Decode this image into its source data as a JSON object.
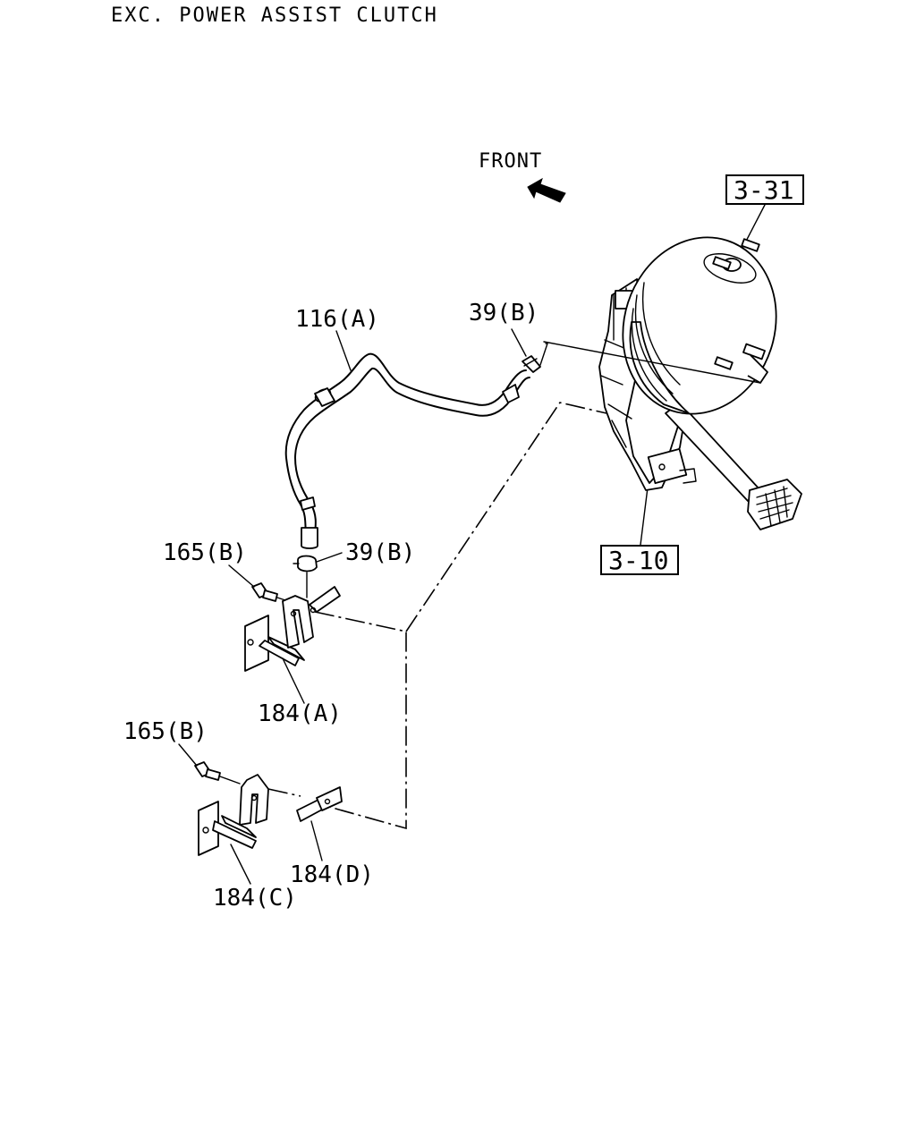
{
  "title": "EXC. POWER ASSIST CLUTCH",
  "front_label": "FRONT",
  "reference_boxes": [
    {
      "id": "ref-3-31",
      "text": "3-31"
    },
    {
      "id": "ref-3-10",
      "text": "3-10"
    }
  ],
  "part_labels": [
    {
      "id": "116a",
      "text": "116(A)"
    },
    {
      "id": "39b-top",
      "text": "39(B)"
    },
    {
      "id": "39b-mid",
      "text": "39(B)"
    },
    {
      "id": "165b-top",
      "text": "165(B)"
    },
    {
      "id": "184a",
      "text": "184(A)"
    },
    {
      "id": "165b-bottom",
      "text": "165(B)"
    },
    {
      "id": "184d",
      "text": "184(D)"
    },
    {
      "id": "184c",
      "text": "184(C)"
    }
  ],
  "icons": {
    "front_arrow": "front-arrow-icon"
  }
}
